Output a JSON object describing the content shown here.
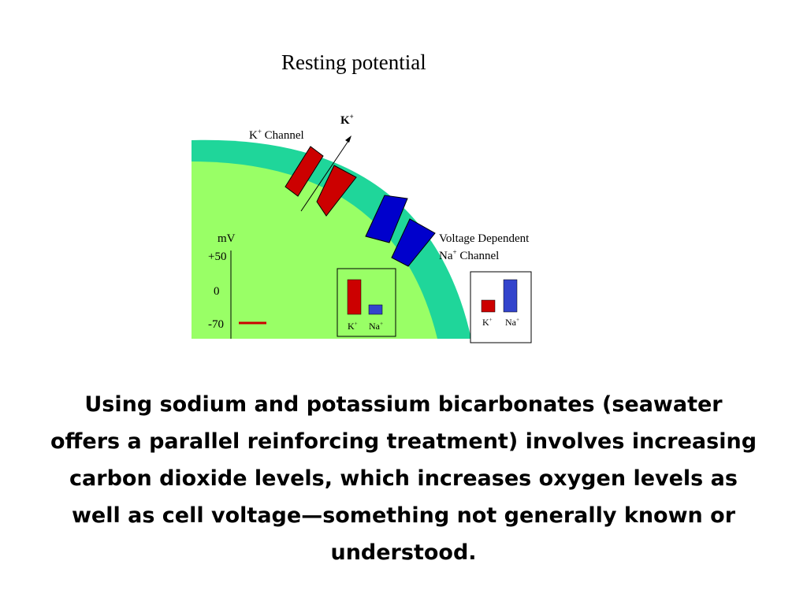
{
  "title": "Resting  potential",
  "diagram": {
    "k_ion": "K",
    "k_channel": {
      "ion": "K",
      "word": "Channel"
    },
    "na_channel": {
      "line1": "Voltage Dependent",
      "ion": "Na",
      "word": "Channel"
    },
    "charge_superscript": "+",
    "voltmeter": {
      "unit": "mV",
      "ticks": [
        "+50",
        "0",
        "-70"
      ],
      "reading": -70
    },
    "inside_bars": {
      "labels": [
        "K",
        "Na"
      ],
      "colors": [
        "#cc0000",
        "#3344cc"
      ]
    },
    "outside_bars": {
      "labels": [
        "K",
        "Na"
      ],
      "colors": [
        "#cc0000",
        "#3344cc"
      ]
    },
    "colors": {
      "cytoplasm": "#99ff66",
      "membrane": "#1fd69a",
      "k_channel": "#cc0000",
      "na_channel": "#0000cc"
    }
  },
  "caption": "Using sodium and potassium bicarbonates (seawater offers a parallel reinforcing treatment) involves increasing carbon dioxide levels, which increases oxygen levels as well as cell voltage—something not generally known or understood."
}
